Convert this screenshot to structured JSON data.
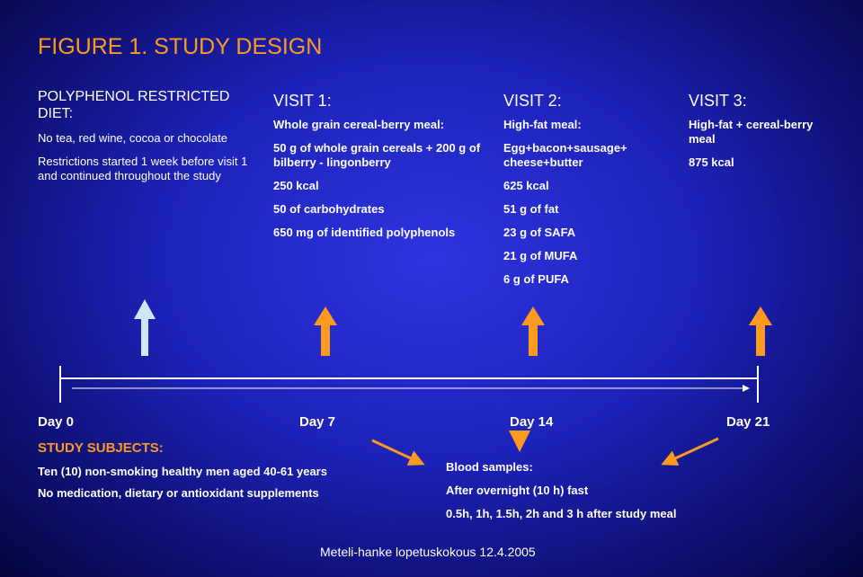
{
  "title": "FIGURE 1. STUDY DESIGN",
  "diet": {
    "heading": "POLYPHENOL RESTRICTED DIET:",
    "restriction": "No tea, red wine, cocoa or chocolate",
    "duration": "Restrictions started 1 week before visit 1 and continued throughout the study"
  },
  "visit1": {
    "heading": "VISIT 1:",
    "meal": "Whole grain cereal-berry meal:",
    "content": "50 g of whole grain cereals + 200 g of bilberry - lingonberry",
    "kcal": "250 kcal",
    "carbs": "50 of carbohydrates",
    "polyphenols": "650 mg of identified polyphenols"
  },
  "visit2": {
    "heading": "VISIT 2:",
    "meal": "High-fat meal:",
    "content": "Egg+bacon+sausage+ cheese+butter",
    "kcal": "625 kcal",
    "fat": "51 g of fat",
    "safa": "23 g of SAFA",
    "mufa": "21 g of MUFA",
    "pufa": "6 g of PUFA"
  },
  "visit3": {
    "heading": "VISIT 3:",
    "meal": "High-fat + cereal-berry meal",
    "kcal": "875 kcal"
  },
  "timeline": {
    "days": [
      "Day 0",
      "Day 7",
      "Day 14",
      "Day 21"
    ]
  },
  "subjects": {
    "heading": "STUDY SUBJECTS:",
    "line1": "Ten (10) non-smoking healthy men aged 40-61 years",
    "line2": "No medication, dietary or antioxidant supplements"
  },
  "blood": {
    "heading": "Blood samples:",
    "fasting": "After overnight (10 h) fast",
    "times": "0.5h, 1h, 1.5h, 2h and 3 h after study meal"
  },
  "footer": "Meteli-hanke lopetuskokous 12.4.2005",
  "colors": {
    "accent": "#ff9a1e",
    "day0_arrow": "#cfe6f7"
  }
}
